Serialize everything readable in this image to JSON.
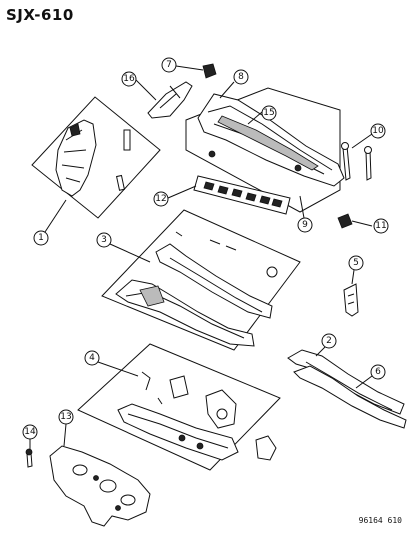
{
  "figure_id": "SJX-610",
  "drawing_code": "96164 610",
  "callouts": [
    "1",
    "2",
    "3",
    "4",
    "5",
    "6",
    "7",
    "8",
    "9",
    "10",
    "11",
    "12",
    "13",
    "14",
    "15",
    "16"
  ]
}
